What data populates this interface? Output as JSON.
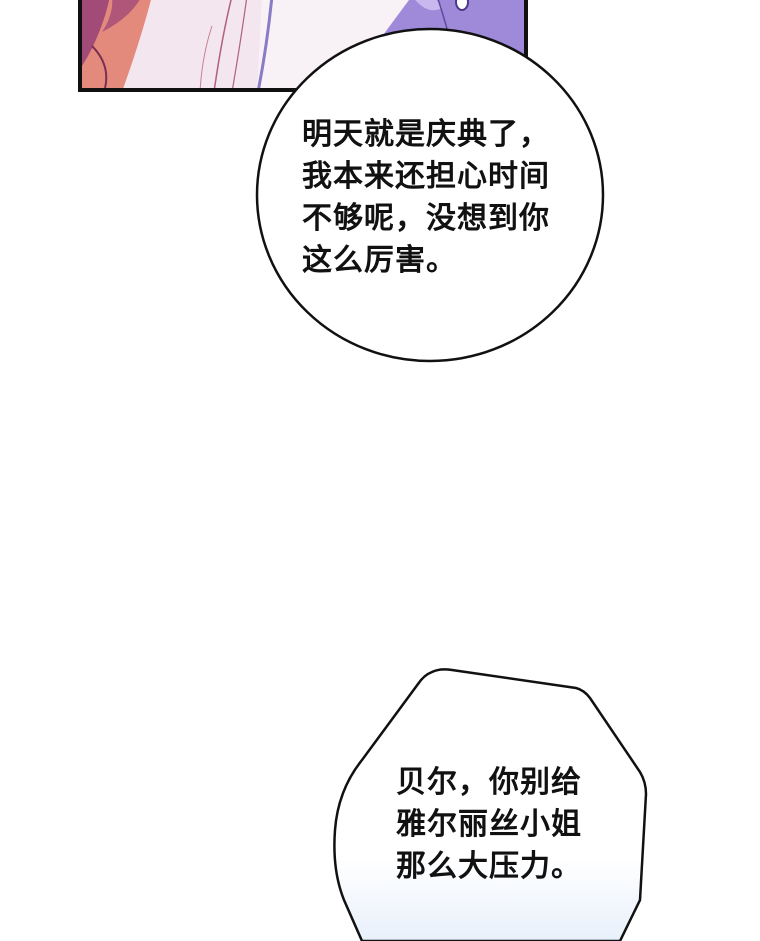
{
  "panel": {
    "colors": {
      "border": "#111111",
      "skin": "#e48a7c",
      "hair_dark": "#a24a78",
      "fabric": "#f3e6ef",
      "purple": "#9e8ad8",
      "purple_light": "#c7b9ef",
      "background_white": "#ffffff"
    }
  },
  "bubbles": [
    {
      "lines": [
        "明天就是庆典了，",
        "我本来还担心时间",
        "不够呢，没想到你",
        "这么厉害。"
      ]
    },
    {
      "lines": [
        "贝尔，你别给",
        "雅尔丽丝小姐",
        "那么大压力。"
      ]
    }
  ],
  "colors": {
    "bubble_fill": "#ffffff",
    "bubble_stroke": "#111111",
    "bubble2_gradient_bottom": "#e8f0fb",
    "text": "#111111"
  }
}
